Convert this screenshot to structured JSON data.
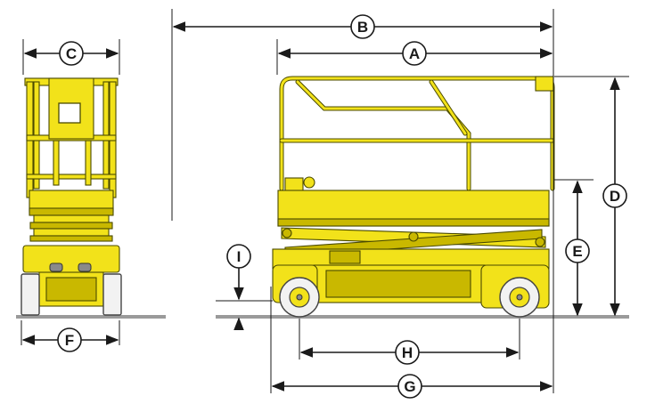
{
  "colors": {
    "yellow": "#f2e21a",
    "yellow_dark": "#c9b800",
    "line": "#1a1a1a",
    "ground": "#9a9a9a"
  },
  "dimensions": [
    {
      "id": "A",
      "label": "A"
    },
    {
      "id": "B",
      "label": "B"
    },
    {
      "id": "C",
      "label": "C"
    },
    {
      "id": "D",
      "label": "D"
    },
    {
      "id": "E",
      "label": "E"
    },
    {
      "id": "F",
      "label": "F"
    },
    {
      "id": "G",
      "label": "G"
    },
    {
      "id": "H",
      "label": "H"
    },
    {
      "id": "I",
      "label": "I"
    }
  ]
}
